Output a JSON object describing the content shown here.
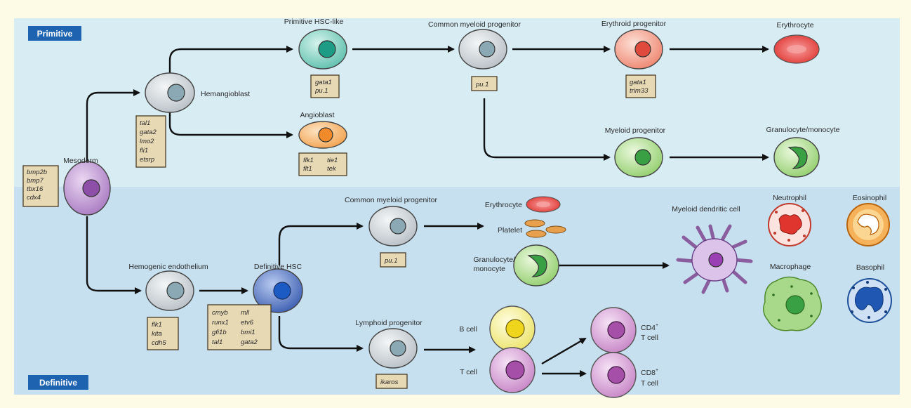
{
  "sections": {
    "primitive": "Primitive",
    "definitive": "Definitive"
  },
  "cells": {
    "mesoderm": "Mesoderm",
    "hemangioblast": "Hemangioblast",
    "primitive_hsc_like": "Primitive HSC-like",
    "angioblast": "Angioblast",
    "cmp_primitive": "Common myeloid progenitor",
    "erythroid_progenitor": "Erythroid progenitor",
    "erythrocyte_primitive": "Erythrocyte",
    "myeloid_progenitor": "Myeloid progenitor",
    "granulocyte_monocyte_primitive": "Granulocyte/monocyte",
    "hemogenic_endothelium": "Hemogenic endothelium",
    "definitive_hsc": "Definitive HSC",
    "cmp_definitive": "Common myeloid progenitor",
    "erythrocyte_definitive": "Erythrocyte",
    "platelet": "Platelet",
    "granulocyte_monocyte_definitive_1": "Granulocyte/",
    "granulocyte_monocyte_definitive_2": "monocyte",
    "myeloid_dendritic_cell": "Myeloid dendritic cell",
    "neutrophil": "Neutrophil",
    "eosinophil": "Eosinophil",
    "macrophage": "Macrophage",
    "basophil": "Basophil",
    "lymphoid_progenitor": "Lymphoid progenitor",
    "b_cell": "B cell",
    "t_cell": "T cell",
    "cd4_t_cell_1": "CD4",
    "cd4_t_cell_sup": "+",
    "cd4_t_cell_2": "T cell",
    "cd8_t_cell_1": "CD8",
    "cd8_t_cell_sup": "+",
    "cd8_t_cell_2": "T cell"
  },
  "genes": {
    "mesoderm": [
      "bmp2b",
      "bmp7",
      "tbx16",
      "cdx4"
    ],
    "hemangioblast": [
      "tal1",
      "gata2",
      "lmo2",
      "fli1",
      "etsrp"
    ],
    "primitive_hsc_like": [
      "gata1",
      "pu.1"
    ],
    "angioblast_left": [
      "flk1",
      "flt1"
    ],
    "angioblast_right": [
      "tie1",
      "tek"
    ],
    "cmp_primitive": [
      "pu.1"
    ],
    "erythroid_progenitor": [
      "gata1",
      "trim33"
    ],
    "hemogenic_endothelium": [
      "flk1",
      "kita",
      "cdh5"
    ],
    "definitive_hsc_left": [
      "cmyb",
      "runx1",
      "gfi1b",
      "tal1"
    ],
    "definitive_hsc_right": [
      "mll",
      "etv6",
      "bmi1",
      "gata2"
    ],
    "cmp_definitive": [
      "pu.1"
    ],
    "lymphoid_progenitor": [
      "ikaros"
    ]
  },
  "colors": {
    "primitive_band": "#d8ecf4",
    "definitive_band": "#c6e0ef",
    "section_label_bg": "#1e63b0",
    "gene_box": "#e8d9b5",
    "mesoderm": "#c7a3d9",
    "neutral_cell": "#d7dde2",
    "teal_cell": "#7fd3c4",
    "orange_cell": "#f7be7a",
    "salmon_cell": "#f4a08c",
    "green_cell": "#b8e29c",
    "hsc_blue": "#5f82cc",
    "yellow_cell": "#f6f19a",
    "pink_cell": "#d9a2d8",
    "erythrocyte": "#ee4a4a"
  }
}
